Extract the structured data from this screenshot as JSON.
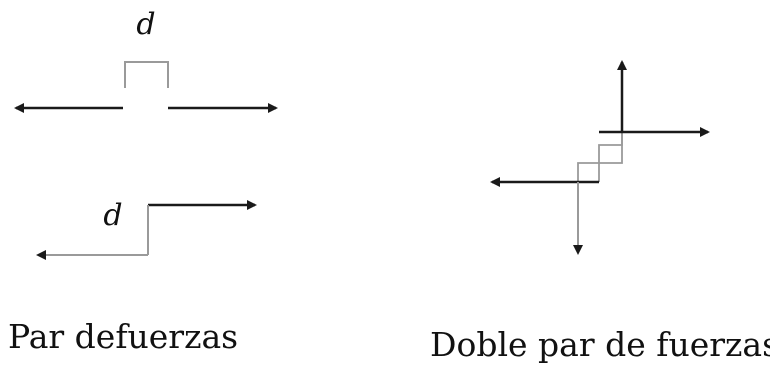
{
  "labels": {
    "distance_top": "d",
    "distance_bottom": "d"
  },
  "captions": {
    "left": "Par defuerzas",
    "right": "Doble par de fuerzas"
  },
  "colors": {
    "force": "#1a1a1a",
    "offset_line": "#9a9a9a",
    "text": "#111111"
  }
}
